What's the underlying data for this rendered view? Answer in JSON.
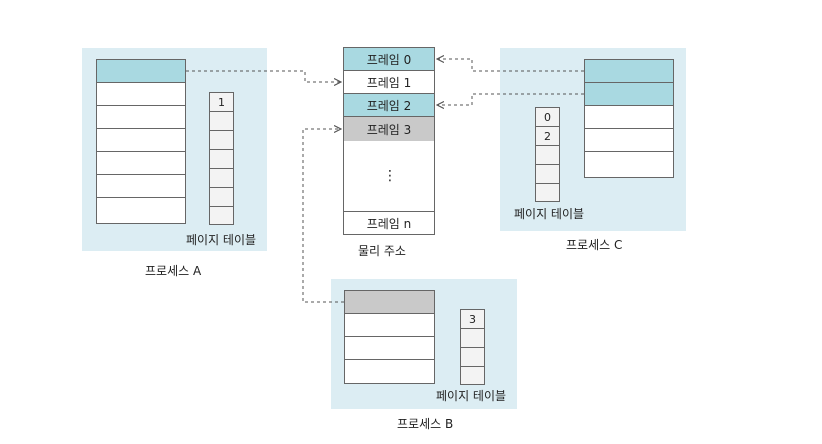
{
  "physical_memory": {
    "frames": [
      "프레임 0",
      "프레임 1",
      "프레임 2",
      "프레임 3"
    ],
    "ellipsis": "⋮",
    "last_frame": "프레임 n",
    "caption": "물리 주소"
  },
  "process_a": {
    "caption": "프로세스 A",
    "page_table_label": "페이지 테이블",
    "page_table_entries": [
      "1",
      "",
      "",
      "",
      "",
      "",
      ""
    ]
  },
  "process_b": {
    "caption": "프로세스 B",
    "page_table_label": "페이지 테이블",
    "page_table_entries": [
      "3",
      "",
      "",
      ""
    ]
  },
  "process_c": {
    "caption": "프로세스 C",
    "page_table_label": "페이지 테이블",
    "page_table_entries": [
      "0",
      "2",
      "",
      "",
      ""
    ]
  },
  "colors": {
    "panel": "#dcedf3",
    "mapped_blue": "#a9d9e1",
    "mapped_gray": "#c9c9c9",
    "arrow": "#555555"
  }
}
